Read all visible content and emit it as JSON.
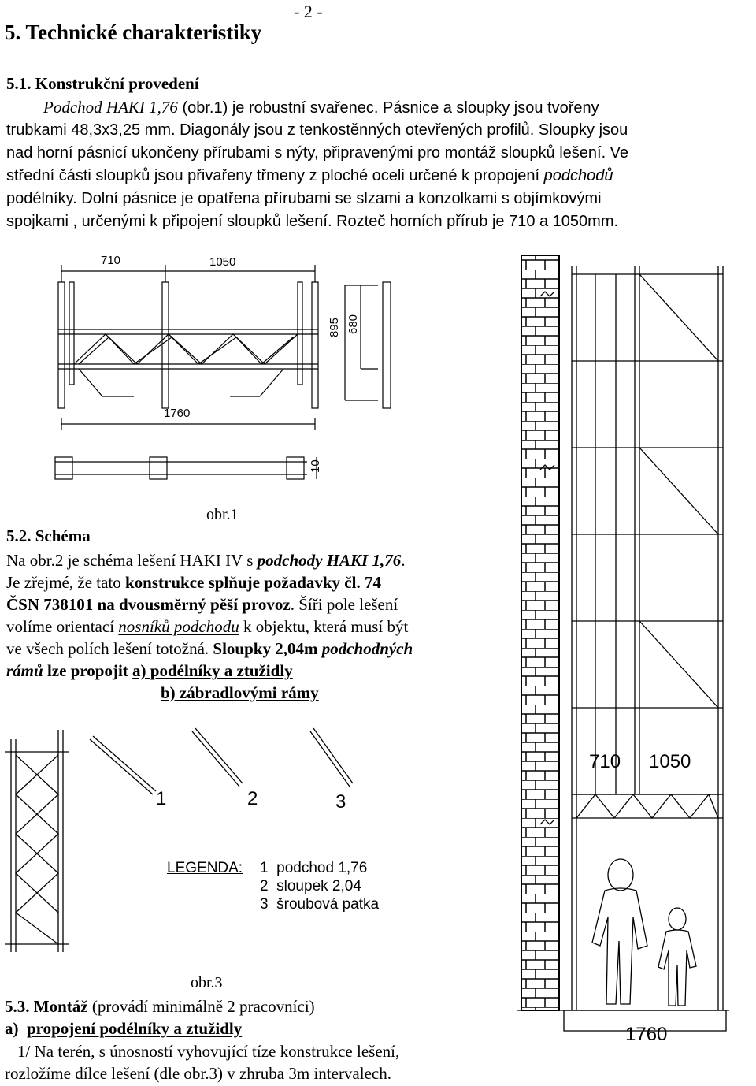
{
  "page_number": "- 2 -",
  "section_title": "5. Technické charakteristiky",
  "s51": {
    "heading": "5.1. Konstrukční provedení",
    "l1_i": "Podchod HAKI 1,76",
    "l1_rest": " (obr.1) je robustní svařenec. Pásnice a sloupky jsou tvořeny",
    "l2": "trubkami 48,3x3,25 mm. Diagonály jsou z tenkostěnných otevřených profilů. Sloupky jsou",
    "l3": "nad horní pásnicí ukončeny přírubami s nýty, připravenými pro montáž sloupků lešení. Ve",
    "l4_a": "střední části sloupků jsou přivařeny třmeny z ploché oceli určené k propojení ",
    "l4_i": "podchodů",
    "l5": "podélníky. Dolní pásnice je opatřena přírubami se slzami a konzolkami s objímkovými",
    "l6": "spojkami , určenými k připojení sloupků lešení. Rozteč horních přírub je 710 a 1050mm."
  },
  "fig1": {
    "dim_710": "710",
    "dim_1050": "1050",
    "dim_895": "895",
    "dim_680": "680",
    "dim_1760": "1760",
    "dim_10": "10",
    "caption": "obr.1"
  },
  "s52": {
    "heading": "5.2. Schéma",
    "l1_a": "Na obr.2 je schéma lešení HAKI IV s ",
    "l1_bi": "podchody HAKI 1,76",
    "l1_c": ".",
    "l2_a": "Je zřejmé, že tato ",
    "l2_b": "konstrukce splňuje požadavky čl. 74",
    "l3_b": "ČSN 738101 na dvousměrný pěší provoz",
    "l3_c": ". Šíři pole lešení",
    "l4_a": "volíme orientací ",
    "l4_ui": "nosníků podchodu",
    "l4_c": " k objektu, která musí být",
    "l5_a": "ve všech polích lešení totožná. ",
    "l5_b": "Sloupky 2,04m ",
    "l5_bi": "podchodných",
    "l6_bi": "rámů",
    "l6_b": " lze propojit ",
    "l6_bu": "a) podélníky a ztužidly",
    "l7_bu": "b) zábradlovými rámy"
  },
  "fig3": {
    "n1": "1",
    "n2": "2",
    "n3": "3",
    "legend_title": "LEGENDA:",
    "legend": [
      {
        "num": "1",
        "text": "podchod  1,76"
      },
      {
        "num": "2",
        "text": "sloupek  2,04"
      },
      {
        "num": "3",
        "text": "šroubová  patka"
      }
    ],
    "caption": "obr.3"
  },
  "fig2": {
    "dim_710": "710",
    "dim_1050": "1050",
    "dim_1760": "1760"
  },
  "s53": {
    "heading": "5.3. Montáž",
    "heading_rest": "  (provádí minimálně 2 pracovníci)",
    "sub_a": "a)",
    "sub_b": "propojení  podélníky a ztužidly",
    "l1": "1/ Na terén, s únosností vyhovující tíze konstrukce lešení,",
    "l2": "rozložíme dílce lešení  (dle obr.3)  v zhruba 3m intervalech."
  }
}
